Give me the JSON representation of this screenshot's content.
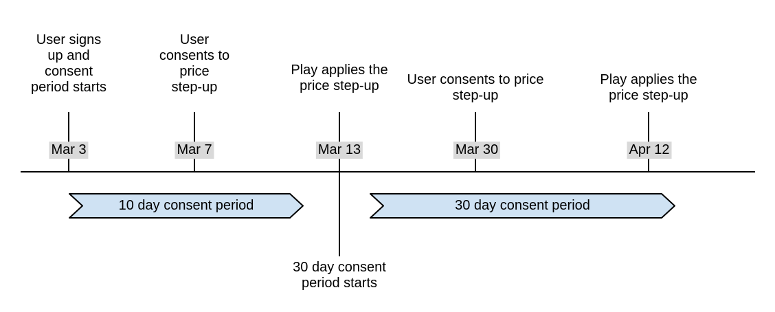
{
  "diagram": {
    "type": "timeline",
    "events": [
      {
        "label": "User signs\nup and\nconsent\nperiod starts",
        "date": "Mar 3"
      },
      {
        "label": "User\nconsents to\nprice\nstep-up",
        "date": "Mar 7"
      },
      {
        "label": "Play applies the\nprice step-up",
        "date": "Mar 13",
        "note_below": "30 day consent\nperiod starts"
      },
      {
        "label": "User consents to price\nstep-up",
        "date": "Mar 30"
      },
      {
        "label": "Play applies the\nprice step-up",
        "date": "Apr 12"
      }
    ],
    "periods": [
      {
        "label": "10 day consent period",
        "start_date": "Mar 3",
        "end_date": "Mar 13"
      },
      {
        "label": "30 day consent period",
        "start_date": "Mar 13",
        "end_date": "Apr 12"
      }
    ],
    "colors": {
      "period_fill": "#cfe2f3",
      "period_border": "#000000",
      "date_badge_bg": "#d9d9d9",
      "line": "#000000",
      "text": "#000000"
    }
  }
}
